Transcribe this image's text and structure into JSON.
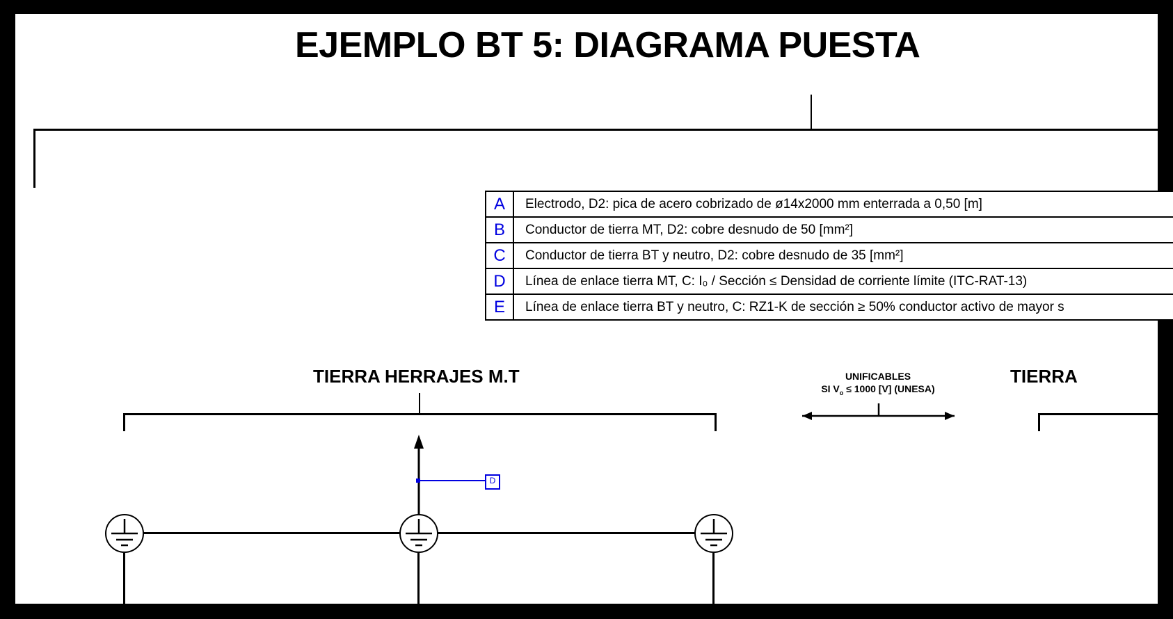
{
  "page": {
    "title": "EJEMPLO BT 5: DIAGRAMA PUESTA",
    "frame_color": "#000000",
    "accent_color": "#0000e0"
  },
  "legend": {
    "rows": [
      {
        "key": "A",
        "description": "Electrodo, D2: pica de acero cobrizado de ø14x2000 mm enterrada a 0,50 [m]"
      },
      {
        "key": "B",
        "description": "Conductor de tierra MT, D2: cobre desnudo de 50 [mm²]"
      },
      {
        "key": "C",
        "description": "Conductor de tierra BT y neutro, D2: cobre desnudo de 35 [mm²]"
      },
      {
        "key": "D",
        "description": "Línea de enlace tierra MT, C: I₀ / Sección ≤ Densidad de corriente límite (ITC-RAT-13)"
      },
      {
        "key": "E",
        "description": "Línea de enlace tierra BT y neutro, C: RZ1-K de sección ≥ 50% conductor activo de mayor s"
      }
    ]
  },
  "diagram": {
    "labels": {
      "tierra_herrajes": "TIERRA HERRAJES M.T",
      "tierra_right": "TIERRA"
    },
    "note": {
      "line1": "UNIFICABLES",
      "line2_prefix": "SI V",
      "line2_sub": "o",
      "line2_suffix": " ≤ 1000 [V] (UNESA)"
    },
    "tags": {
      "d_tag": "D"
    }
  }
}
